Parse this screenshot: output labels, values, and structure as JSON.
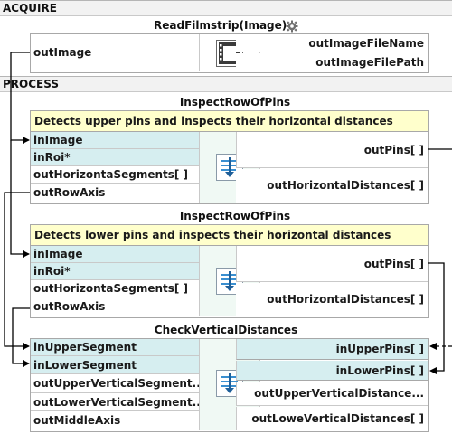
{
  "sections": {
    "acquire": "ACQUIRE",
    "process": "PROCESS"
  },
  "filters": [
    {
      "name": "ReadFilmstrip(Image)",
      "icon": "filmstrip-icon",
      "inputs": [
        {
          "label": "outImage",
          "connected": false
        }
      ],
      "outputs": [
        {
          "label": "outImageFileName",
          "connected": false
        },
        {
          "label": "outImageFilePath",
          "connected": false
        }
      ]
    },
    {
      "name": "InspectRowOfPins",
      "description": "Detects upper pins and inspects their horizontal distances",
      "icon": "filter-arrow-icon",
      "inputs": [
        {
          "label": "inImage",
          "connected": true
        },
        {
          "label": "inRoi*",
          "connected": true
        },
        {
          "label": "outHorizontaSegments[ ]",
          "connected": false
        },
        {
          "label": "outRowAxis",
          "connected": false
        }
      ],
      "outputs": [
        {
          "label": "outPins[ ]",
          "connected": false
        },
        {
          "label": "outHorizontalDistances[ ]",
          "connected": false
        }
      ]
    },
    {
      "name": "InspectRowOfPins",
      "description": "Detects lower pins and inspects their horizontal distances",
      "icon": "filter-arrow-icon",
      "inputs": [
        {
          "label": "inImage",
          "connected": true
        },
        {
          "label": "inRoi*",
          "connected": true
        },
        {
          "label": "outHorizontaSegments[ ]",
          "connected": false
        },
        {
          "label": "outRowAxis",
          "connected": false
        }
      ],
      "outputs": [
        {
          "label": "outPins[ ]",
          "connected": false
        },
        {
          "label": "outHorizontalDistances[ ]",
          "connected": false
        }
      ]
    },
    {
      "name": "CheckVerticalDistances",
      "icon": "filter-arrow-icon",
      "inputs": [
        {
          "label": "inUpperSegment",
          "connected": true
        },
        {
          "label": "inLowerSegment",
          "connected": true
        },
        {
          "label": "outUpperVerticalSegment...",
          "connected": false
        },
        {
          "label": "outLowerVerticalSegment...",
          "connected": false
        },
        {
          "label": "outMiddleAxis",
          "connected": false
        }
      ],
      "outputs": [
        {
          "label": "inUpperPins[ ]",
          "connected": true
        },
        {
          "label": "inLowerPins[ ]",
          "connected": true
        },
        {
          "label": "outUpperVerticalDistance...",
          "connected": false
        },
        {
          "label": "outLoweVerticalDistances[ ]",
          "connected": false
        }
      ]
    }
  ],
  "colors": {
    "wire": "#000000",
    "connected_port": "#d6eef0",
    "description_bg": "#ffffcc",
    "icon_column": "#f0f9f4"
  }
}
